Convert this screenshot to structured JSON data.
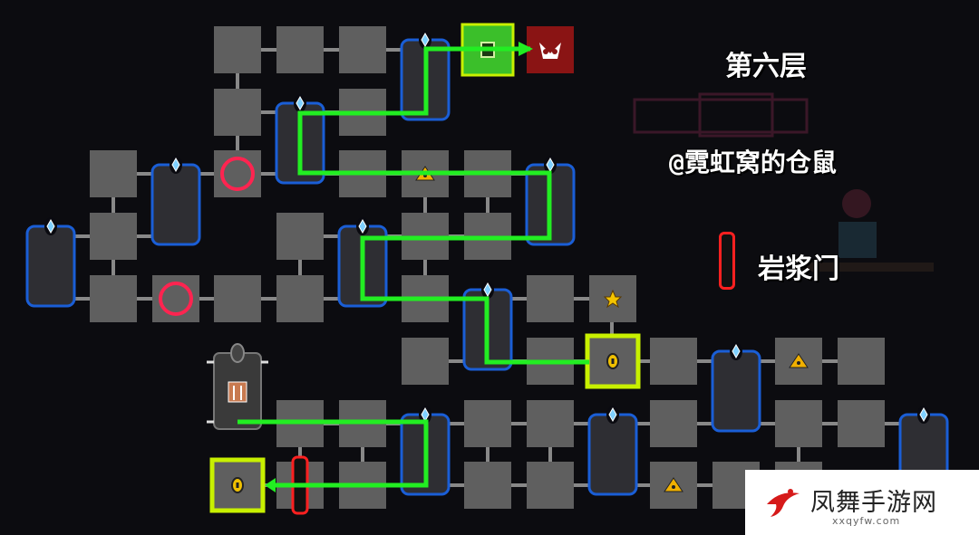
{
  "level_title": "第六层",
  "author": "@霓虹窝的仓鼠",
  "legend": {
    "door_label": "岩浆门",
    "door_color": "#ff2020"
  },
  "watermark": {
    "name": "凤舞手游网",
    "url": "xxqyfw.com"
  },
  "colors": {
    "room": "#5f5f5f",
    "hall_fill": "#2e2e33",
    "hall_border": "#1a5ed6",
    "path": "#22ee22",
    "marked_border": "#c8f000",
    "circle_marker": "#ff2450",
    "start_room": "#3bbf2a",
    "boss_room": "#8a1414"
  },
  "rooms": [
    {
      "key": "r1",
      "icon": "none"
    },
    {
      "key": "r2",
      "icon": "none"
    },
    {
      "key": "r3",
      "icon": "none"
    },
    {
      "key": "h1",
      "icon": "none"
    },
    {
      "key": "start",
      "icon": "start"
    },
    {
      "key": "boss",
      "icon": "boss"
    },
    {
      "key": "r4",
      "icon": "none"
    },
    {
      "key": "h2",
      "icon": "none"
    },
    {
      "key": "r5",
      "icon": "none"
    },
    {
      "key": "r6",
      "icon": "none"
    },
    {
      "key": "h3",
      "icon": "none"
    },
    {
      "key": "r7",
      "icon": "circle"
    },
    {
      "key": "r8",
      "icon": "none"
    },
    {
      "key": "r9",
      "icon": "triangle"
    },
    {
      "key": "r10",
      "icon": "none"
    },
    {
      "key": "h4",
      "icon": "none"
    },
    {
      "key": "h5",
      "icon": "none"
    },
    {
      "key": "r11",
      "icon": "none"
    },
    {
      "key": "r12",
      "icon": "none"
    },
    {
      "key": "h6",
      "icon": "none"
    },
    {
      "key": "r13",
      "icon": "none"
    },
    {
      "key": "r14",
      "icon": "none"
    },
    {
      "key": "r15",
      "icon": "none"
    },
    {
      "key": "r16",
      "icon": "circle"
    },
    {
      "key": "r17",
      "icon": "none"
    },
    {
      "key": "r18",
      "icon": "none"
    },
    {
      "key": "r19",
      "icon": "none"
    },
    {
      "key": "h7",
      "icon": "none"
    },
    {
      "key": "r20",
      "icon": "none"
    },
    {
      "key": "r21",
      "icon": "star"
    },
    {
      "key": "r22",
      "icon": "none"
    },
    {
      "key": "r23",
      "icon": "none"
    },
    {
      "key": "r24",
      "icon": "coin"
    },
    {
      "key": "r25",
      "icon": "none"
    },
    {
      "key": "h8",
      "icon": "none"
    },
    {
      "key": "r26",
      "icon": "triangle"
    },
    {
      "key": "r27",
      "icon": "none"
    },
    {
      "key": "shrine",
      "icon": "shrine"
    },
    {
      "key": "r28",
      "icon": "none"
    },
    {
      "key": "r29",
      "icon": "none"
    },
    {
      "key": "h9",
      "icon": "none"
    },
    {
      "key": "r30",
      "icon": "none"
    },
    {
      "key": "r31",
      "icon": "none"
    },
    {
      "key": "r32",
      "icon": "none"
    },
    {
      "key": "h10",
      "icon": "none"
    },
    {
      "key": "r33",
      "icon": "none"
    },
    {
      "key": "r34",
      "icon": "none"
    },
    {
      "key": "r35",
      "icon": "none"
    },
    {
      "key": "h11",
      "icon": "none"
    },
    {
      "key": "exit",
      "icon": "coin"
    },
    {
      "key": "r36",
      "icon": "none"
    },
    {
      "key": "r37",
      "icon": "none"
    },
    {
      "key": "r38",
      "icon": "none"
    },
    {
      "key": "r39",
      "icon": "triangle"
    },
    {
      "key": "r40",
      "icon": "none"
    },
    {
      "key": "r41",
      "icon": "none"
    }
  ]
}
